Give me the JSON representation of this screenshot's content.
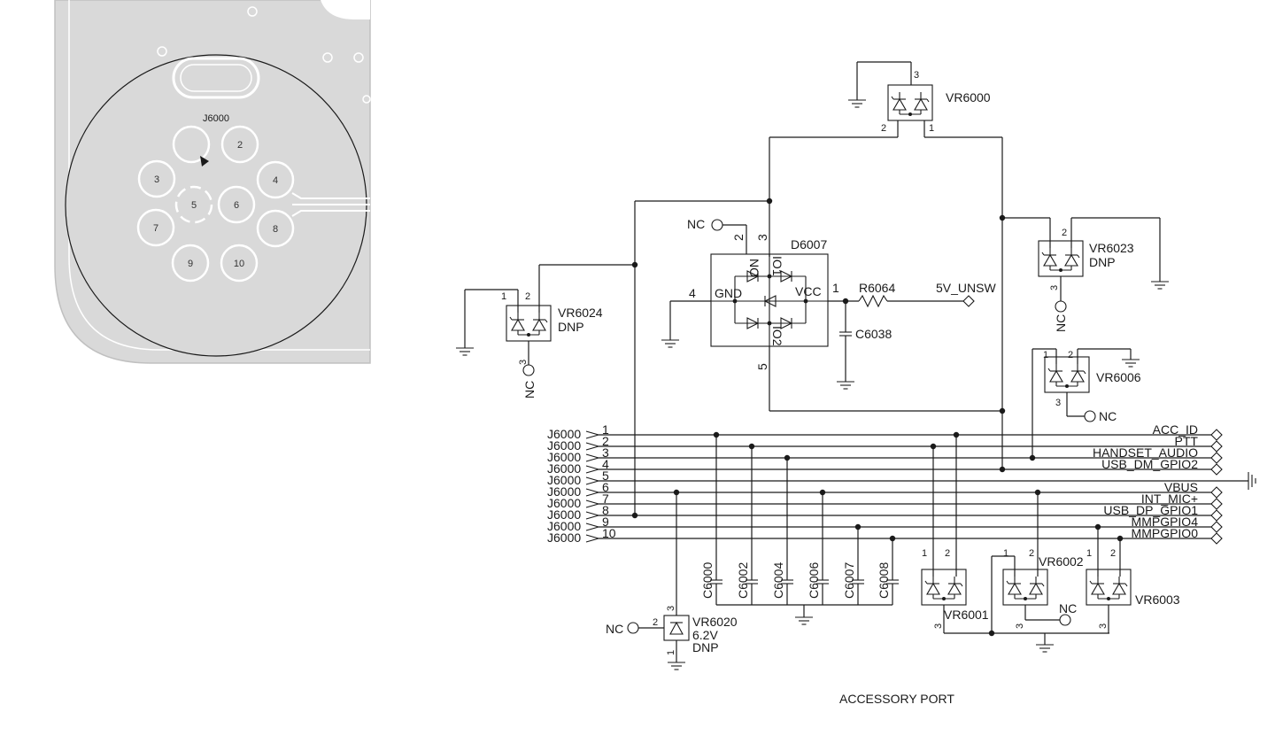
{
  "connector": {
    "ref": "J6000",
    "pins": [
      "2",
      "3",
      "4",
      "5",
      "6",
      "7",
      "8",
      "9",
      "10"
    ]
  },
  "diode_array": {
    "ref": "D6007",
    "pin_gnd": "GND",
    "pin_vcc": "VCC",
    "pin_io1": "IO1",
    "pin_io2": "IO2",
    "pin_no": "NO",
    "pin_nums": {
      "p1": "1",
      "p2": "2",
      "p3": "3",
      "p4": "4",
      "p5": "5"
    }
  },
  "resistor": {
    "ref": "R6064"
  },
  "cap_c6038": {
    "ref": "C6038"
  },
  "supply": {
    "label": "5V_UNSW"
  },
  "nc": "NC",
  "tvs": {
    "vr6000": {
      "ref": "VR6000",
      "p1": "1",
      "p2": "2",
      "p3": "3"
    },
    "vr6023": {
      "ref": "VR6023",
      "sub": "DNP",
      "p2": "2",
      "p3": "3"
    },
    "vr6024": {
      "ref": "VR6024",
      "sub": "DNP",
      "p1": "1",
      "p2": "2",
      "p3": "3"
    },
    "vr6006": {
      "ref": "VR6006",
      "p1": "1",
      "p2": "2",
      "p3": "3"
    },
    "vr6020": {
      "ref": "VR6020",
      "value": "6.2V",
      "sub": "DNP",
      "p1": "1",
      "p2": "2",
      "p3": "3"
    },
    "vr6001": {
      "ref": "VR6001",
      "p1": "1",
      "p2": "2",
      "p3": "3"
    },
    "vr6002": {
      "ref": "VR6002",
      "p1": "1",
      "p2": "2",
      "p3": "3"
    },
    "vr6003": {
      "ref": "VR6003",
      "p1": "1",
      "p2": "2",
      "p3": "3"
    }
  },
  "bus": {
    "lines": [
      {
        "left": "J6000",
        "pin": "1",
        "net": "ACC_ID"
      },
      {
        "left": "J6000",
        "pin": "2",
        "net": "PTT"
      },
      {
        "left": "J6000",
        "pin": "3",
        "net": "HANDSET_AUDIO"
      },
      {
        "left": "J6000",
        "pin": "4",
        "net": "USB_DM_GPIO2"
      },
      {
        "left": "J6000",
        "pin": "5",
        "net": ""
      },
      {
        "left": "J6000",
        "pin": "6",
        "net": "VBUS"
      },
      {
        "left": "J6000",
        "pin": "7",
        "net": "INT_MIC+"
      },
      {
        "left": "J6000",
        "pin": "8",
        "net": "USB_DP_GPIO1"
      },
      {
        "left": "J6000",
        "pin": "9",
        "net": "MMPGPIO4"
      },
      {
        "left": "J6000",
        "pin": "10",
        "net": "MMPGPIO0"
      }
    ]
  },
  "caps": [
    "C6000",
    "C6002",
    "C6004",
    "C6006",
    "C6007",
    "C6008"
  ],
  "caption": "ACCESSORY PORT"
}
